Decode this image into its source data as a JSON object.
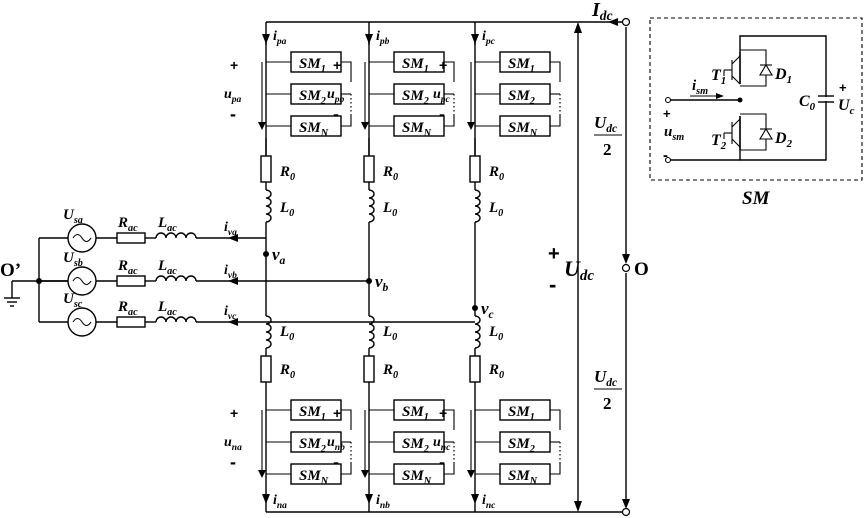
{
  "dc": {
    "current": "I",
    "current_sub": "dc",
    "voltage": "U",
    "voltage_sub": "dc",
    "half_num": "U",
    "half_num_sub": "dc",
    "half_den": "2",
    "plus": "+",
    "minus": "-",
    "midpoint": "O"
  },
  "ac": {
    "neutral": "O’",
    "phases": [
      {
        "source": "U",
        "source_sub": "sa",
        "r": "R",
        "r_sub": "ac",
        "l": "L",
        "l_sub": "ac",
        "i": "i",
        "i_sub": "va"
      },
      {
        "source": "U",
        "source_sub": "sb",
        "r": "R",
        "r_sub": "ac",
        "l": "L",
        "l_sub": "ac",
        "i": "i",
        "i_sub": "vb"
      },
      {
        "source": "U",
        "source_sub": "sc",
        "r": "R",
        "r_sub": "ac",
        "l": "L",
        "l_sub": "ac",
        "i": "i",
        "i_sub": "vc"
      }
    ]
  },
  "legs": [
    {
      "node": "v",
      "node_sub": "a",
      "ip": "i",
      "ip_sub": "pa",
      "up": "u",
      "up_sub": "pa",
      "in": "i",
      "in_sub": "na",
      "un": "u",
      "un_sub": "na"
    },
    {
      "node": "v",
      "node_sub": "b",
      "ip": "i",
      "ip_sub": "pb",
      "up": "u",
      "up_sub": "pb",
      "in": "i",
      "in_sub": "nb",
      "un": "u",
      "un_sub": "nb"
    },
    {
      "node": "v",
      "node_sub": "c",
      "ip": "i",
      "ip_sub": "pc",
      "up": "u",
      "up_sub": "pc",
      "in": "i",
      "in_sub": "nc",
      "un": "u",
      "un_sub": "nc"
    }
  ],
  "arm": {
    "sm1": "SM",
    "sm1_sub": "1",
    "sm2": "SM",
    "sm2_sub": "2",
    "smn": "SM",
    "smn_sub": "N",
    "r": "R",
    "r_sub": "0",
    "l": "L",
    "l_sub": "0",
    "plus": "+",
    "minus": "-"
  },
  "submodule": {
    "title": "SM",
    "t1": "T",
    "t1_sub": "1",
    "t2": "T",
    "t2_sub": "2",
    "d1": "D",
    "d1_sub": "1",
    "d2": "D",
    "d2_sub": "2",
    "c": "C",
    "c_sub": "0",
    "uc": "U",
    "uc_sub": "c",
    "ism": "i",
    "ism_sub": "sm",
    "usm": "u",
    "usm_sub": "sm",
    "plus": "+",
    "minus": "-"
  }
}
